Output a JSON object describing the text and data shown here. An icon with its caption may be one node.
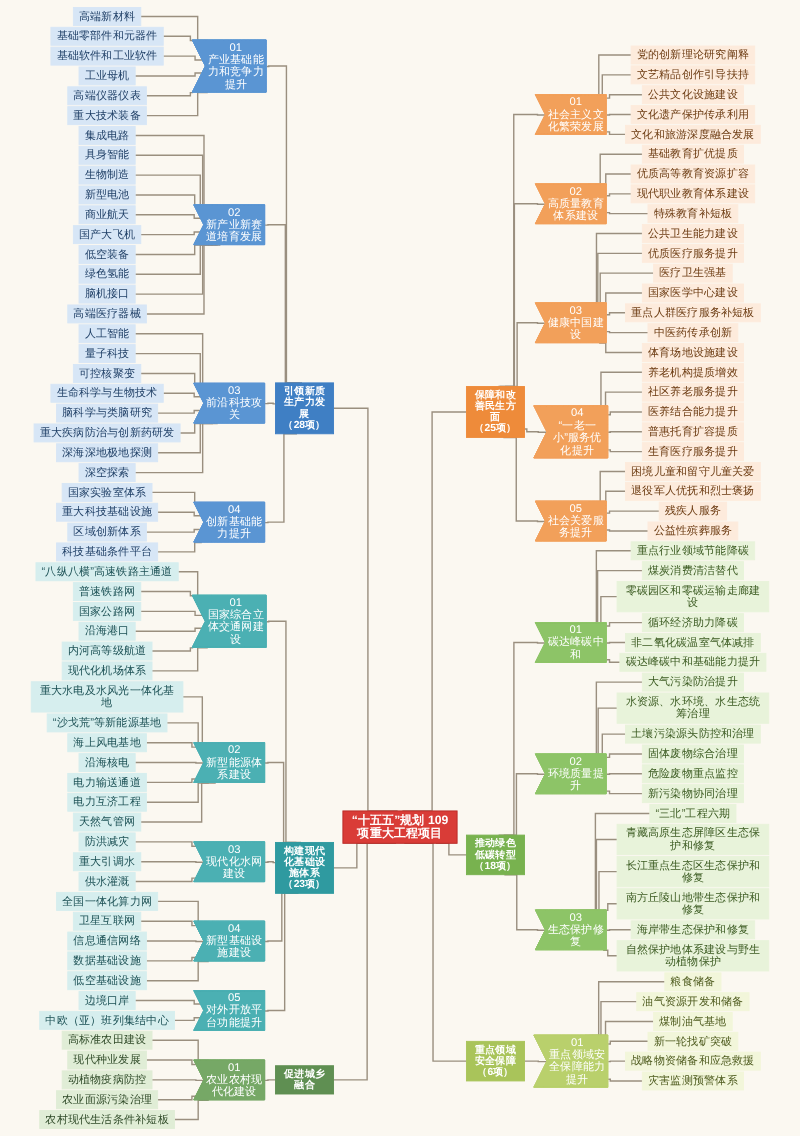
{
  "diagram": {
    "nodes": [
      {
        "text": [
          "“十五五”规划 109项重大工程项目"
        ]
      },
      {
        "text": [
          "引领新质生产力发展",
          "（28项）"
        ]
      },
      {
        "text": [
          "01",
          "产业基础能力和竞争力提升"
        ]
      },
      {
        "text": [
          "高端新材料"
        ]
      },
      {
        "text": [
          "基础零部件和元器件"
        ]
      },
      {
        "text": [
          "基础软件和工业软件"
        ]
      },
      {
        "text": [
          "工业母机"
        ]
      },
      {
        "text": [
          "高端仪器仪表"
        ]
      },
      {
        "text": [
          "重大技术装备"
        ]
      },
      {
        "text": [
          "02",
          "新产业新赛道培育发展"
        ]
      },
      {
        "text": [
          "集成电路"
        ]
      },
      {
        "text": [
          "具身智能"
        ]
      },
      {
        "text": [
          "生物制造"
        ]
      },
      {
        "text": [
          "新型电池"
        ]
      },
      {
        "text": [
          "商业航天"
        ]
      },
      {
        "text": [
          "国产大飞机"
        ]
      },
      {
        "text": [
          "低空装备"
        ]
      },
      {
        "text": [
          "绿色氢能"
        ]
      },
      {
        "text": [
          "脑机接口"
        ]
      },
      {
        "text": [
          "高端医疗器械"
        ]
      },
      {
        "text": [
          "03",
          "前沿科技攻关"
        ]
      },
      {
        "text": [
          "人工智能"
        ]
      },
      {
        "text": [
          "量子科技"
        ]
      },
      {
        "text": [
          "可控核聚变"
        ]
      },
      {
        "text": [
          "生命科学与生物技术"
        ]
      },
      {
        "text": [
          "脑科学与类脑研究"
        ]
      },
      {
        "text": [
          "重大疾病防治与创新药研发"
        ]
      },
      {
        "text": [
          "深海深地极地探测"
        ]
      },
      {
        "text": [
          "深空探索"
        ]
      },
      {
        "text": [
          "04",
          "创新基础能力提升"
        ]
      },
      {
        "text": [
          "国家实验室体系"
        ]
      },
      {
        "text": [
          "重大科技基础设施"
        ]
      },
      {
        "text": [
          "区域创新体系"
        ]
      },
      {
        "text": [
          "科技基础条件平台"
        ]
      },
      {
        "text": [
          "构建现代化基础设施体系",
          "（23项）"
        ]
      },
      {
        "text": [
          "01",
          "国家综合立体交通网建设"
        ]
      },
      {
        "text": [
          "“八纵八横”高速铁路主通道"
        ]
      },
      {
        "text": [
          "普速铁路网"
        ]
      },
      {
        "text": [
          "国家公路网"
        ]
      },
      {
        "text": [
          "沿海港口"
        ]
      },
      {
        "text": [
          "内河高等级航道"
        ]
      },
      {
        "text": [
          "现代化机场体系"
        ]
      },
      {
        "text": [
          "02",
          "新型能源体系建设"
        ]
      },
      {
        "text": [
          "重大水电及水风光一体化基地"
        ]
      },
      {
        "text": [
          "“沙戈荒”等新能源基地"
        ]
      },
      {
        "text": [
          "海上风电基地"
        ]
      },
      {
        "text": [
          "沿海核电"
        ]
      },
      {
        "text": [
          "电力输送通道"
        ]
      },
      {
        "text": [
          "电力互济工程"
        ]
      },
      {
        "text": [
          "天然气管网"
        ]
      },
      {
        "text": [
          "03",
          "现代化水网建设"
        ]
      },
      {
        "text": [
          "防洪减灾"
        ]
      },
      {
        "text": [
          "重大引调水"
        ]
      },
      {
        "text": [
          "供水灌溉"
        ]
      },
      {
        "text": [
          "04",
          "新型基础设施建设"
        ]
      },
      {
        "text": [
          "全国一体化算力网"
        ]
      },
      {
        "text": [
          "卫星互联网"
        ]
      },
      {
        "text": [
          "信息通信网络"
        ]
      },
      {
        "text": [
          "数据基础设施"
        ]
      },
      {
        "text": [
          "低空基础设施"
        ]
      },
      {
        "text": [
          "05",
          "对外开放平台功能提升"
        ]
      },
      {
        "text": [
          "边境口岸"
        ]
      },
      {
        "text": [
          "中欧（亚）班列集结中心"
        ]
      },
      {
        "text": [
          "促进城乡融合"
        ]
      },
      {
        "text": [
          "01",
          "农业农村现代化建设"
        ]
      },
      {
        "text": [
          "高标准农田建设"
        ]
      },
      {
        "text": [
          "现代种业发展"
        ]
      },
      {
        "text": [
          "动植物疫病防控"
        ]
      },
      {
        "text": [
          "农业面源污染治理"
        ]
      },
      {
        "text": [
          "农村现代生活条件补短板"
        ]
      },
      {
        "text": [
          "保障和改善民生方面",
          "（25项）"
        ]
      },
      {
        "text": [
          "01",
          "社会主义文化繁荣发展"
        ]
      },
      {
        "text": [
          "党的创新理论研究阐释"
        ]
      },
      {
        "text": [
          "文艺精品创作引导扶持"
        ]
      },
      {
        "text": [
          "公共文化设施建设"
        ]
      },
      {
        "text": [
          "文化遗产保护传承利用"
        ]
      },
      {
        "text": [
          "文化和旅游深度融合发展"
        ]
      },
      {
        "text": [
          "02",
          "高质量教育体系建设"
        ]
      },
      {
        "text": [
          "基础教育扩优提质"
        ]
      },
      {
        "text": [
          "优质高等教育资源扩容"
        ]
      },
      {
        "text": [
          "现代职业教育体系建设"
        ]
      },
      {
        "text": [
          "特殊教育补短板"
        ]
      },
      {
        "text": [
          "03",
          "健康中国建设"
        ]
      },
      {
        "text": [
          "公共卫生能力建设"
        ]
      },
      {
        "text": [
          "优质医疗服务提升"
        ]
      },
      {
        "text": [
          "医疗卫生强基"
        ]
      },
      {
        "text": [
          "国家医学中心建设"
        ]
      },
      {
        "text": [
          "重点人群医疗服务补短板"
        ]
      },
      {
        "text": [
          "中医药传承创新"
        ]
      },
      {
        "text": [
          "体育场地设施建设"
        ]
      },
      {
        "text": [
          "04",
          "“一老一小”服务优化提升"
        ]
      },
      {
        "text": [
          "养老机构提质增效"
        ]
      },
      {
        "text": [
          "社区养老服务提升"
        ]
      },
      {
        "text": [
          "医养结合能力提升"
        ]
      },
      {
        "text": [
          "普惠托育扩容提质"
        ]
      },
      {
        "text": [
          "生育医疗服务提升"
        ]
      },
      {
        "text": [
          "05",
          "社会关爱服务提升"
        ]
      },
      {
        "text": [
          "困境儿童和留守儿童关爱"
        ]
      },
      {
        "text": [
          "退役军人优抚和烈士褒扬"
        ]
      },
      {
        "text": [
          "残疾人服务"
        ]
      },
      {
        "text": [
          "公益性殡葬服务"
        ]
      },
      {
        "text": [
          "推动绿色低碳转型",
          "（18项）"
        ]
      },
      {
        "text": [
          "01",
          "碳达峰碳中和"
        ]
      },
      {
        "text": [
          "重点行业领域节能降碳"
        ]
      },
      {
        "text": [
          "煤炭消费清洁替代"
        ]
      },
      {
        "text": [
          "零碳园区和零碳运输走廊建设"
        ]
      },
      {
        "text": [
          "循环经济助力降碳"
        ]
      },
      {
        "text": [
          "非二氧化碳温室气体减排"
        ]
      },
      {
        "text": [
          "碳达峰碳中和基础能力提升"
        ]
      },
      {
        "text": [
          "02",
          "环境质量提升"
        ]
      },
      {
        "text": [
          "大气污染防治提升"
        ]
      },
      {
        "text": [
          "水资源、水环境、水生态统筹治理"
        ]
      },
      {
        "text": [
          "土壤污染源头防控和治理"
        ]
      },
      {
        "text": [
          "固体废物综合治理"
        ]
      },
      {
        "text": [
          "危险废物重点监控"
        ]
      },
      {
        "text": [
          "新污染物协同治理"
        ]
      },
      {
        "text": [
          "03",
          "生态保护修复"
        ]
      },
      {
        "text": [
          "“三北”工程六期"
        ]
      },
      {
        "text": [
          "青藏高原生态屏障区生态保护和修复"
        ]
      },
      {
        "text": [
          "长江重点生态区生态保护和修复"
        ]
      },
      {
        "text": [
          "南方丘陵山地带生态保护和修复"
        ]
      },
      {
        "text": [
          "海岸带生态保护和修复"
        ]
      },
      {
        "text": [
          "自然保护地体系建设与野生动植物保护"
        ]
      },
      {
        "text": [
          "重点领域安全保障",
          "（6项）"
        ]
      },
      {
        "text": [
          "01",
          "重点领域安全保障能力提升"
        ]
      },
      {
        "text": [
          "粮食储备"
        ]
      },
      {
        "text": [
          "油气资源开发和储备"
        ]
      },
      {
        "text": [
          "煤制油气基地"
        ]
      },
      {
        "text": [
          "新一轮找矿突破"
        ]
      },
      {
        "text": [
          "战略物资储备和应急救援"
        ]
      },
      {
        "text": [
          "灾害监测预警体系"
        ]
      }
    ],
    "edges": [
      {
        "from": 0,
        "to": 1,
        "arrow": "none"
      },
      {
        "from": 1,
        "to": 2,
        "arrow": "none"
      },
      {
        "from": 2,
        "to": 3,
        "arrow": "none"
      },
      {
        "from": 2,
        "to": 4,
        "arrow": "none"
      },
      {
        "from": 2,
        "to": 5,
        "arrow": "none"
      },
      {
        "from": 2,
        "to": 6,
        "arrow": "none"
      },
      {
        "from": 2,
        "to": 7,
        "arrow": "none"
      },
      {
        "from": 2,
        "to": 8,
        "arrow": "none"
      },
      {
        "from": 1,
        "to": 9,
        "arrow": "none"
      },
      {
        "from": 9,
        "to": 10,
        "arrow": "none"
      },
      {
        "from": 9,
        "to": 11,
        "arrow": "none"
      },
      {
        "from": 9,
        "to": 12,
        "arrow": "none"
      },
      {
        "from": 9,
        "to": 13,
        "arrow": "none"
      },
      {
        "from": 9,
        "to": 14,
        "arrow": "none"
      },
      {
        "from": 9,
        "to": 15,
        "arrow": "none"
      },
      {
        "from": 9,
        "to": 16,
        "arrow": "none"
      },
      {
        "from": 9,
        "to": 17,
        "arrow": "none"
      },
      {
        "from": 9,
        "to": 18,
        "arrow": "none"
      },
      {
        "from": 9,
        "to": 19,
        "arrow": "none"
      },
      {
        "from": 1,
        "to": 20,
        "arrow": "none"
      },
      {
        "from": 20,
        "to": 21,
        "arrow": "none"
      },
      {
        "from": 20,
        "to": 22,
        "arrow": "none"
      },
      {
        "from": 20,
        "to": 23,
        "arrow": "none"
      },
      {
        "from": 20,
        "to": 24,
        "arrow": "none"
      },
      {
        "from": 20,
        "to": 25,
        "arrow": "none"
      },
      {
        "from": 20,
        "to": 26,
        "arrow": "none"
      },
      {
        "from": 20,
        "to": 27,
        "arrow": "none"
      },
      {
        "from": 20,
        "to": 28,
        "arrow": "none"
      },
      {
        "from": 1,
        "to": 29,
        "arrow": "none"
      },
      {
        "from": 29,
        "to": 30,
        "arrow": "none"
      },
      {
        "from": 29,
        "to": 31,
        "arrow": "none"
      },
      {
        "from": 29,
        "to": 32,
        "arrow": "none"
      },
      {
        "from": 29,
        "to": 33,
        "arrow": "none"
      },
      {
        "from": 0,
        "to": 34,
        "arrow": "none"
      },
      {
        "from": 34,
        "to": 35,
        "arrow": "none"
      },
      {
        "from": 35,
        "to": 36,
        "arrow": "none"
      },
      {
        "from": 35,
        "to": 37,
        "arrow": "none"
      },
      {
        "from": 35,
        "to": 38,
        "arrow": "none"
      },
      {
        "from": 35,
        "to": 39,
        "arrow": "none"
      },
      {
        "from": 35,
        "to": 40,
        "arrow": "none"
      },
      {
        "from": 35,
        "to": 41,
        "arrow": "none"
      },
      {
        "from": 34,
        "to": 42,
        "arrow": "none"
      },
      {
        "from": 42,
        "to": 43,
        "arrow": "none"
      },
      {
        "from": 42,
        "to": 44,
        "arrow": "none"
      },
      {
        "from": 42,
        "to": 45,
        "arrow": "none"
      },
      {
        "from": 42,
        "to": 46,
        "arrow": "none"
      },
      {
        "from": 42,
        "to": 47,
        "arrow": "none"
      },
      {
        "from": 42,
        "to": 48,
        "arrow": "none"
      },
      {
        "from": 42,
        "to": 49,
        "arrow": "none"
      },
      {
        "from": 34,
        "to": 50,
        "arrow": "none"
      },
      {
        "from": 50,
        "to": 51,
        "arrow": "none"
      },
      {
        "from": 50,
        "to": 52,
        "arrow": "none"
      },
      {
        "from": 50,
        "to": 53,
        "arrow": "none"
      },
      {
        "from": 34,
        "to": 54,
        "arrow": "none"
      },
      {
        "from": 54,
        "to": 55,
        "arrow": "none"
      },
      {
        "from": 54,
        "to": 56,
        "arrow": "none"
      },
      {
        "from": 54,
        "to": 57,
        "arrow": "none"
      },
      {
        "from": 54,
        "to": 58,
        "arrow": "none"
      },
      {
        "from": 54,
        "to": 59,
        "arrow": "none"
      },
      {
        "from": 34,
        "to": 60,
        "arrow": "none"
      },
      {
        "from": 60,
        "to": 61,
        "arrow": "none"
      },
      {
        "from": 60,
        "to": 62,
        "arrow": "none"
      },
      {
        "from": 0,
        "to": 63,
        "arrow": "none"
      },
      {
        "from": 63,
        "to": 64,
        "arrow": "none"
      },
      {
        "from": 64,
        "to": 65,
        "arrow": "none"
      },
      {
        "from": 64,
        "to": 66,
        "arrow": "none"
      },
      {
        "from": 64,
        "to": 67,
        "arrow": "none"
      },
      {
        "from": 64,
        "to": 68,
        "arrow": "none"
      },
      {
        "from": 64,
        "to": 69,
        "arrow": "none"
      },
      {
        "from": 0,
        "to": 70,
        "arrow": "none"
      },
      {
        "from": 70,
        "to": 71,
        "arrow": "none"
      },
      {
        "from": 71,
        "to": 72,
        "arrow": "none"
      },
      {
        "from": 71,
        "to": 73,
        "arrow": "none"
      },
      {
        "from": 71,
        "to": 74,
        "arrow": "none"
      },
      {
        "from": 71,
        "to": 75,
        "arrow": "none"
      },
      {
        "from": 71,
        "to": 76,
        "arrow": "none"
      },
      {
        "from": 70,
        "to": 77,
        "arrow": "none"
      },
      {
        "from": 77,
        "to": 78,
        "arrow": "none"
      },
      {
        "from": 77,
        "to": 79,
        "arrow": "none"
      },
      {
        "from": 77,
        "to": 80,
        "arrow": "none"
      },
      {
        "from": 77,
        "to": 81,
        "arrow": "none"
      },
      {
        "from": 70,
        "to": 82,
        "arrow": "none"
      },
      {
        "from": 82,
        "to": 83,
        "arrow": "none"
      },
      {
        "from": 82,
        "to": 84,
        "arrow": "none"
      },
      {
        "from": 82,
        "to": 85,
        "arrow": "none"
      },
      {
        "from": 82,
        "to": 86,
        "arrow": "none"
      },
      {
        "from": 82,
        "to": 87,
        "arrow": "none"
      },
      {
        "from": 82,
        "to": 88,
        "arrow": "none"
      },
      {
        "from": 82,
        "to": 89,
        "arrow": "none"
      },
      {
        "from": 70,
        "to": 90,
        "arrow": "none"
      },
      {
        "from": 90,
        "to": 91,
        "arrow": "none"
      },
      {
        "from": 90,
        "to": 92,
        "arrow": "none"
      },
      {
        "from": 90,
        "to": 93,
        "arrow": "none"
      },
      {
        "from": 90,
        "to": 94,
        "arrow": "none"
      },
      {
        "from": 90,
        "to": 95,
        "arrow": "none"
      },
      {
        "from": 70,
        "to": 96,
        "arrow": "none"
      },
      {
        "from": 96,
        "to": 97,
        "arrow": "none"
      },
      {
        "from": 96,
        "to": 98,
        "arrow": "none"
      },
      {
        "from": 96,
        "to": 99,
        "arrow": "none"
      },
      {
        "from": 96,
        "to": 100,
        "arrow": "none"
      },
      {
        "from": 0,
        "to": 101,
        "arrow": "none"
      },
      {
        "from": 101,
        "to": 102,
        "arrow": "none"
      },
      {
        "from": 102,
        "to": 103,
        "arrow": "none"
      },
      {
        "from": 102,
        "to": 104,
        "arrow": "none"
      },
      {
        "from": 102,
        "to": 105,
        "arrow": "none"
      },
      {
        "from": 102,
        "to": 106,
        "arrow": "none"
      },
      {
        "from": 102,
        "to": 107,
        "arrow": "none"
      },
      {
        "from": 102,
        "to": 108,
        "arrow": "none"
      },
      {
        "from": 101,
        "to": 109,
        "arrow": "none"
      },
      {
        "from": 109,
        "to": 110,
        "arrow": "none"
      },
      {
        "from": 109,
        "to": 111,
        "arrow": "none"
      },
      {
        "from": 109,
        "to": 112,
        "arrow": "none"
      },
      {
        "from": 109,
        "to": 113,
        "arrow": "none"
      },
      {
        "from": 109,
        "to": 114,
        "arrow": "none"
      },
      {
        "from": 109,
        "to": 115,
        "arrow": "none"
      },
      {
        "from": 101,
        "to": 116,
        "arrow": "none"
      },
      {
        "from": 116,
        "to": 117,
        "arrow": "none"
      },
      {
        "from": 116,
        "to": 118,
        "arrow": "none"
      },
      {
        "from": 116,
        "to": 119,
        "arrow": "none"
      },
      {
        "from": 116,
        "to": 120,
        "arrow": "none"
      },
      {
        "from": 116,
        "to": 121,
        "arrow": "none"
      },
      {
        "from": 116,
        "to": 122,
        "arrow": "none"
      },
      {
        "from": 0,
        "to": 123,
        "arrow": "none"
      },
      {
        "from": 123,
        "to": 124,
        "arrow": "none"
      },
      {
        "from": 124,
        "to": 125,
        "arrow": "none"
      },
      {
        "from": 124,
        "to": 126,
        "arrow": "none"
      },
      {
        "from": 124,
        "to": 127,
        "arrow": "none"
      },
      {
        "from": 124,
        "to": 128,
        "arrow": "none"
      },
      {
        "from": 124,
        "to": 129,
        "arrow": "none"
      },
      {
        "from": 124,
        "to": 130,
        "arrow": "none"
      }
    ]
  }
}
